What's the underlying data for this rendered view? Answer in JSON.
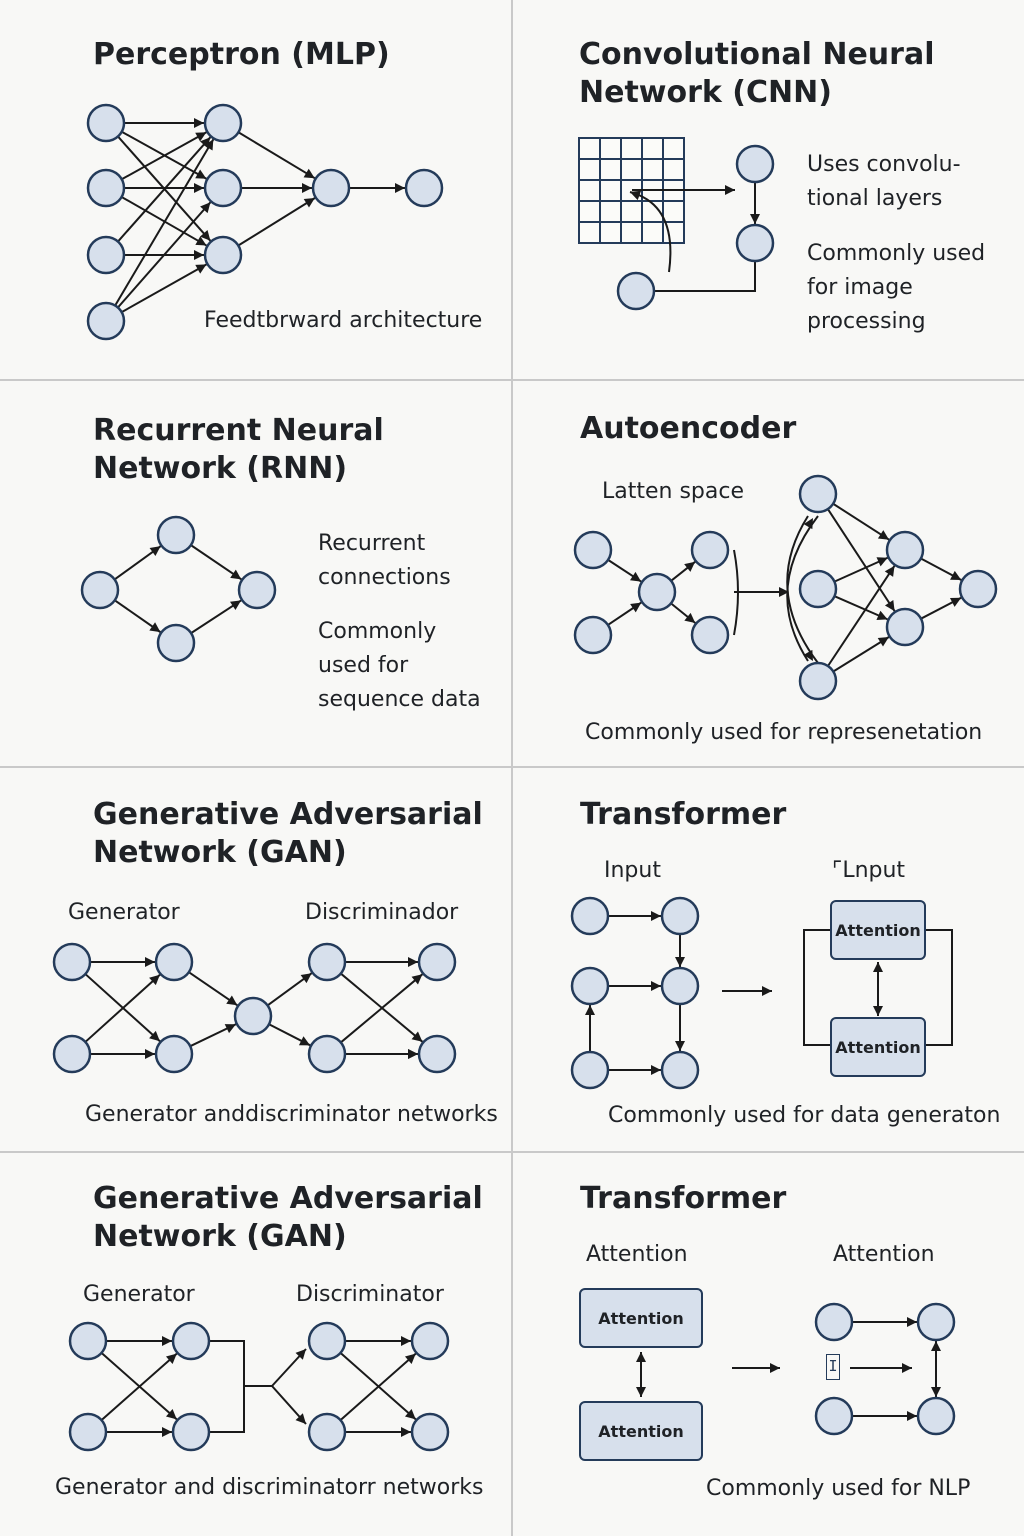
{
  "colors": {
    "background": "#f8f8f6",
    "node_fill": "#d7e0ec",
    "node_stroke": "#243b5a",
    "edge": "#1a1a1a",
    "divider": "#c9c9c9"
  },
  "panels": {
    "mlp": {
      "title": "Perceptron (MLP)",
      "caption": "Feedtbrward architecture"
    },
    "cnn": {
      "title": "Convolutional Neural Network (CNN)",
      "note_1": "Uses convolu- tional layers",
      "note_2": "Commonly used for image processing"
    },
    "rnn": {
      "title": "Recurrent Neural Network (RNN)",
      "note_1": "Recurrent connections",
      "note_2": "Commonly used for sequence data"
    },
    "autoencoder": {
      "title": "Autoencoder",
      "latent_label": "Latten space",
      "caption": "Commonly used for represenetation"
    },
    "gan1": {
      "title": "Generative Adversarial Network (GAN)",
      "generator_label": "Generator",
      "discriminator_label": "Discriminador",
      "caption": "Generator anddiscriminator networks"
    },
    "transformer1": {
      "title": "Transformer",
      "input_label_1": "Input",
      "input_label_2": "⌜Lnput",
      "box_top": "Attention",
      "box_bottom": "Attention",
      "caption": "Commonly used for data generaton"
    },
    "gan2": {
      "title": "Generative Adversarial Network (GAN)",
      "generator_label": "Generator",
      "discriminator_label": "Discriminator",
      "caption": "Generator and discriminatorr networks"
    },
    "transformer2": {
      "title": "Transformer",
      "label_left": "Attention",
      "label_right": "Attention",
      "box_top": "Attention",
      "box_bottom": "Attention",
      "marker": "I",
      "caption": "Commonly used for NLP"
    }
  }
}
